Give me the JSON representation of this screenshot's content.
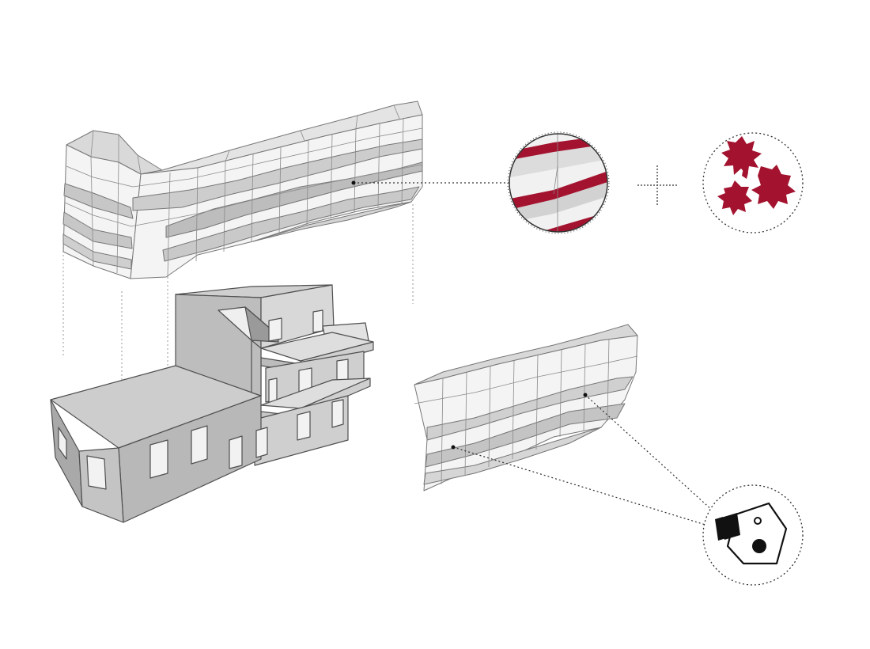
{
  "diagram": {
    "kind": "exploded axonometric facade concept",
    "elements": [
      "facade-skin-corner",
      "building-massing",
      "facade-skin-flat",
      "detail-callout-stripes",
      "plus-sign",
      "leaf-pattern-callout",
      "projector-callout"
    ],
    "colors": {
      "background": "#ffffff",
      "accent": "#a3132f",
      "outline": "#6f6f6f",
      "panel_light": "#f3f3f3",
      "panel_mid": "#d6d6d6",
      "panel_dark": "#bdbdbd",
      "building_roof": "#cfcfcf",
      "building_wall": "#b8b8b8",
      "building_wall_dark": "#a2a2a2",
      "leader": "#333333"
    },
    "icons": [
      "leaf-pattern-icon",
      "projector-icon",
      "plus-icon"
    ]
  }
}
